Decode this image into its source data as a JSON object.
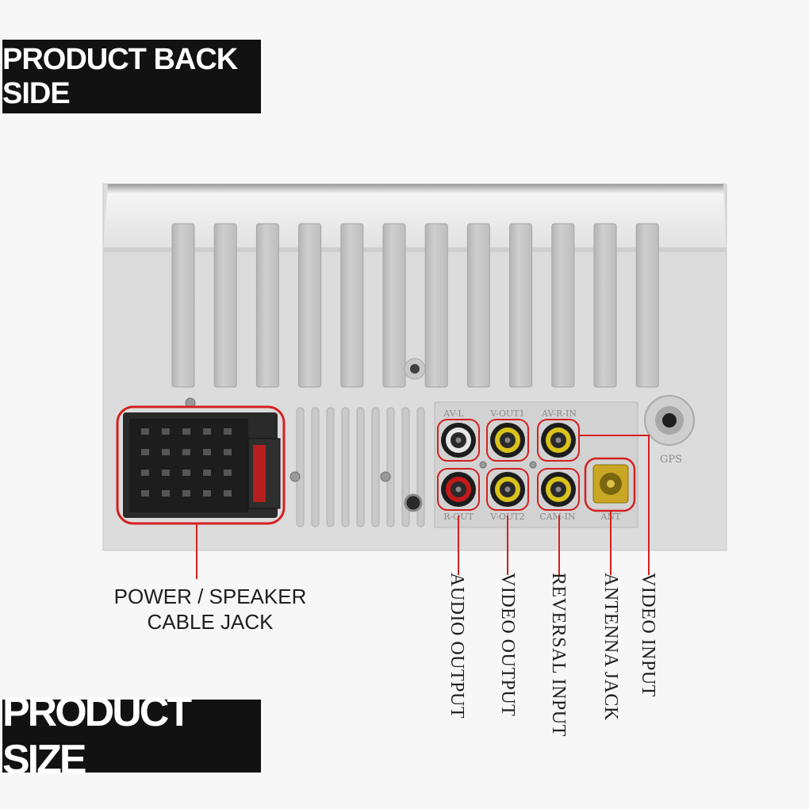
{
  "banners": {
    "back_side": "PRODUCT BACK SIDE",
    "size": "PRODUCT SIZE"
  },
  "device": {
    "jack_labels": {
      "audio_l": "AV-L",
      "video_out1": "V-OUT1",
      "audio_r_in": "AV-R-IN",
      "r_out": "R-OUT",
      "video_out2": "V-OUT2",
      "cam_in": "CAM-IN",
      "ant": "ANT",
      "gps": "GPS"
    }
  },
  "callouts": {
    "power_speaker": [
      "POWER / SPEAKER",
      "CABLE JACK"
    ],
    "audio_output": "AUDIO OUTPUT",
    "video_output": "VIDEO OUTPUT",
    "reversal_input": "REVERSAL INPUT",
    "antenna_jack": "ANTENNA JACK",
    "video_input": "VIDEO INPUT"
  },
  "colors": {
    "highlight": "#d42020",
    "banner_bg": "#121212",
    "housing": "#dcdcdc",
    "rca_yellow": "#d9c21a",
    "rca_red": "#c41a1a"
  }
}
